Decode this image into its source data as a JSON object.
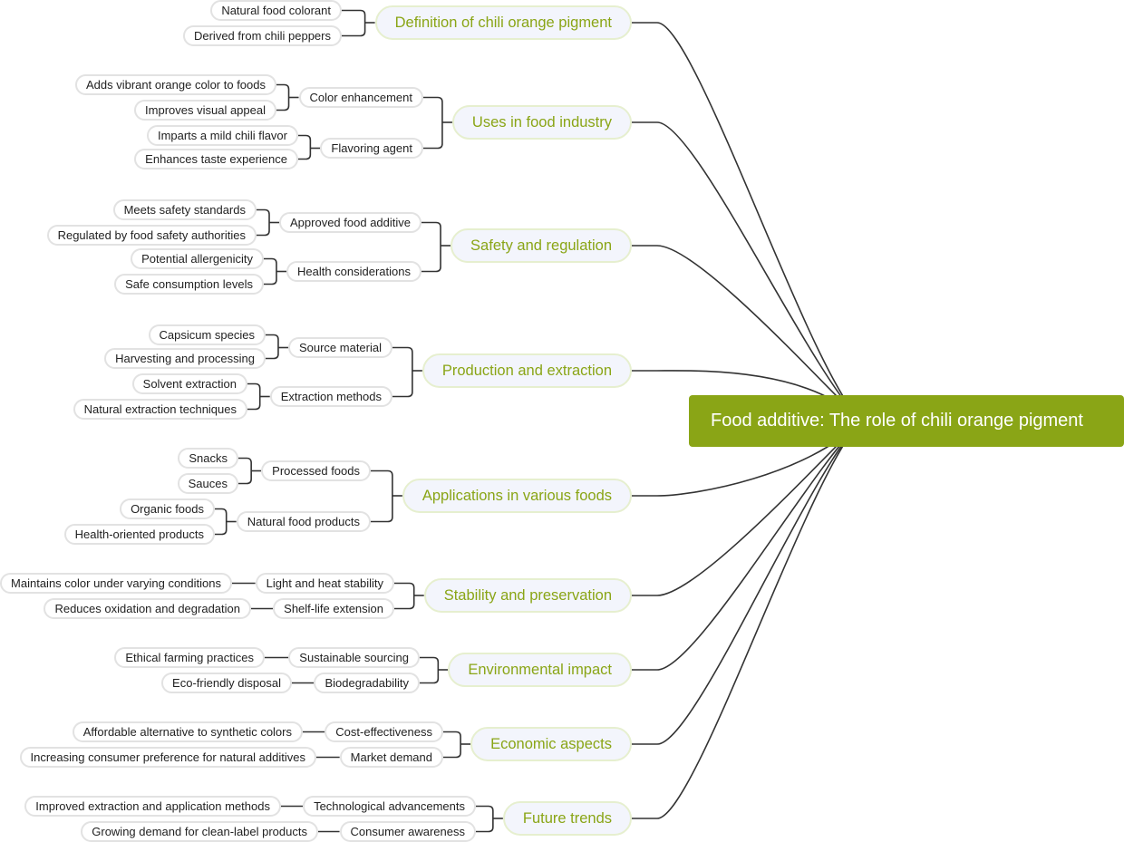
{
  "colors": {
    "root_bg": "#8aa516",
    "root_text": "#ffffff",
    "topic_text": "#8aa516",
    "topic_bg": "#f3f5fc",
    "topic_border": "#e6efcf",
    "leaf_border": "#e2e2e2",
    "line": "#333333"
  },
  "root": {
    "label": "Food additive: The role of chili orange pigment"
  },
  "topics": [
    {
      "label": "Definition of chili orange pigment",
      "children": [
        {
          "label": "Natural food colorant",
          "children": []
        },
        {
          "label": "Derived from chili peppers",
          "children": []
        }
      ]
    },
    {
      "label": "Uses in food industry",
      "children": [
        {
          "label": "Color enhancement",
          "children": [
            "Adds vibrant orange color to foods",
            "Improves visual appeal"
          ]
        },
        {
          "label": "Flavoring agent",
          "children": [
            "Imparts a mild chili flavor",
            "Enhances taste experience"
          ]
        }
      ]
    },
    {
      "label": "Safety and regulation",
      "children": [
        {
          "label": "Approved food additive",
          "children": [
            "Meets safety standards",
            "Regulated by food safety authorities"
          ]
        },
        {
          "label": "Health considerations",
          "children": [
            "Potential allergenicity",
            "Safe consumption levels"
          ]
        }
      ]
    },
    {
      "label": "Production and extraction",
      "children": [
        {
          "label": "Source material",
          "children": [
            "Capsicum species",
            "Harvesting and processing"
          ]
        },
        {
          "label": "Extraction methods",
          "children": [
            "Solvent extraction",
            "Natural extraction techniques"
          ]
        }
      ]
    },
    {
      "label": "Applications in various foods",
      "children": [
        {
          "label": "Processed foods",
          "children": [
            "Snacks",
            "Sauces"
          ]
        },
        {
          "label": "Natural food products",
          "children": [
            "Organic foods",
            "Health-oriented products"
          ]
        }
      ]
    },
    {
      "label": "Stability and preservation",
      "children": [
        {
          "label": "Light and heat stability",
          "children": [
            "Maintains color under varying conditions"
          ]
        },
        {
          "label": "Shelf-life extension",
          "children": [
            "Reduces oxidation and degradation"
          ]
        }
      ]
    },
    {
      "label": "Environmental impact",
      "children": [
        {
          "label": "Sustainable sourcing",
          "children": [
            "Ethical farming practices"
          ]
        },
        {
          "label": "Biodegradability",
          "children": [
            "Eco-friendly disposal"
          ]
        }
      ]
    },
    {
      "label": "Economic aspects",
      "children": [
        {
          "label": "Cost-effectiveness",
          "children": [
            "Affordable alternative to synthetic colors"
          ]
        },
        {
          "label": "Market demand",
          "children": [
            "Increasing consumer preference for natural additives"
          ]
        }
      ]
    },
    {
      "label": "Future trends",
      "children": [
        {
          "label": "Technological advancements",
          "children": [
            "Improved extraction and application methods"
          ]
        },
        {
          "label": "Consumer awareness",
          "children": [
            "Growing demand for clean-label products"
          ]
        }
      ]
    }
  ]
}
